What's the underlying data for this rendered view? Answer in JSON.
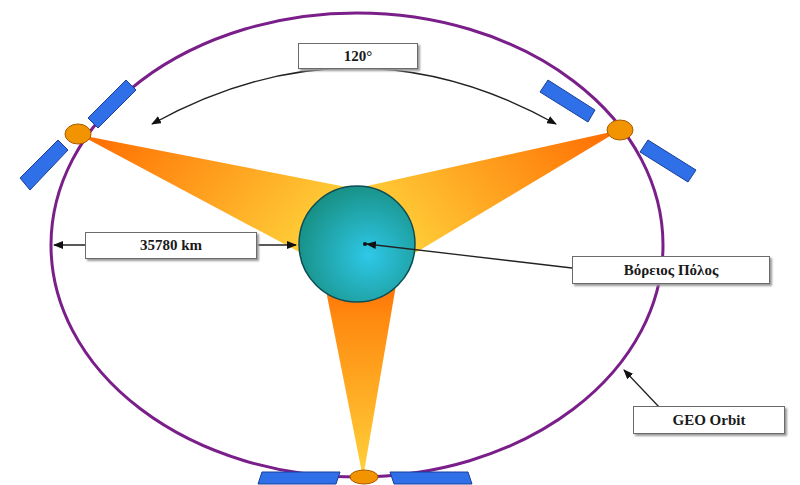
{
  "diagram": {
    "nodes": [
      {
        "text": [
          "120°"
        ]
      },
      {
        "text": [
          "35780 km"
        ]
      },
      {
        "text": [
          "Βόρειος Πόλος"
        ]
      },
      {
        "text": [
          "GEO Orbit"
        ]
      }
    ]
  }
}
